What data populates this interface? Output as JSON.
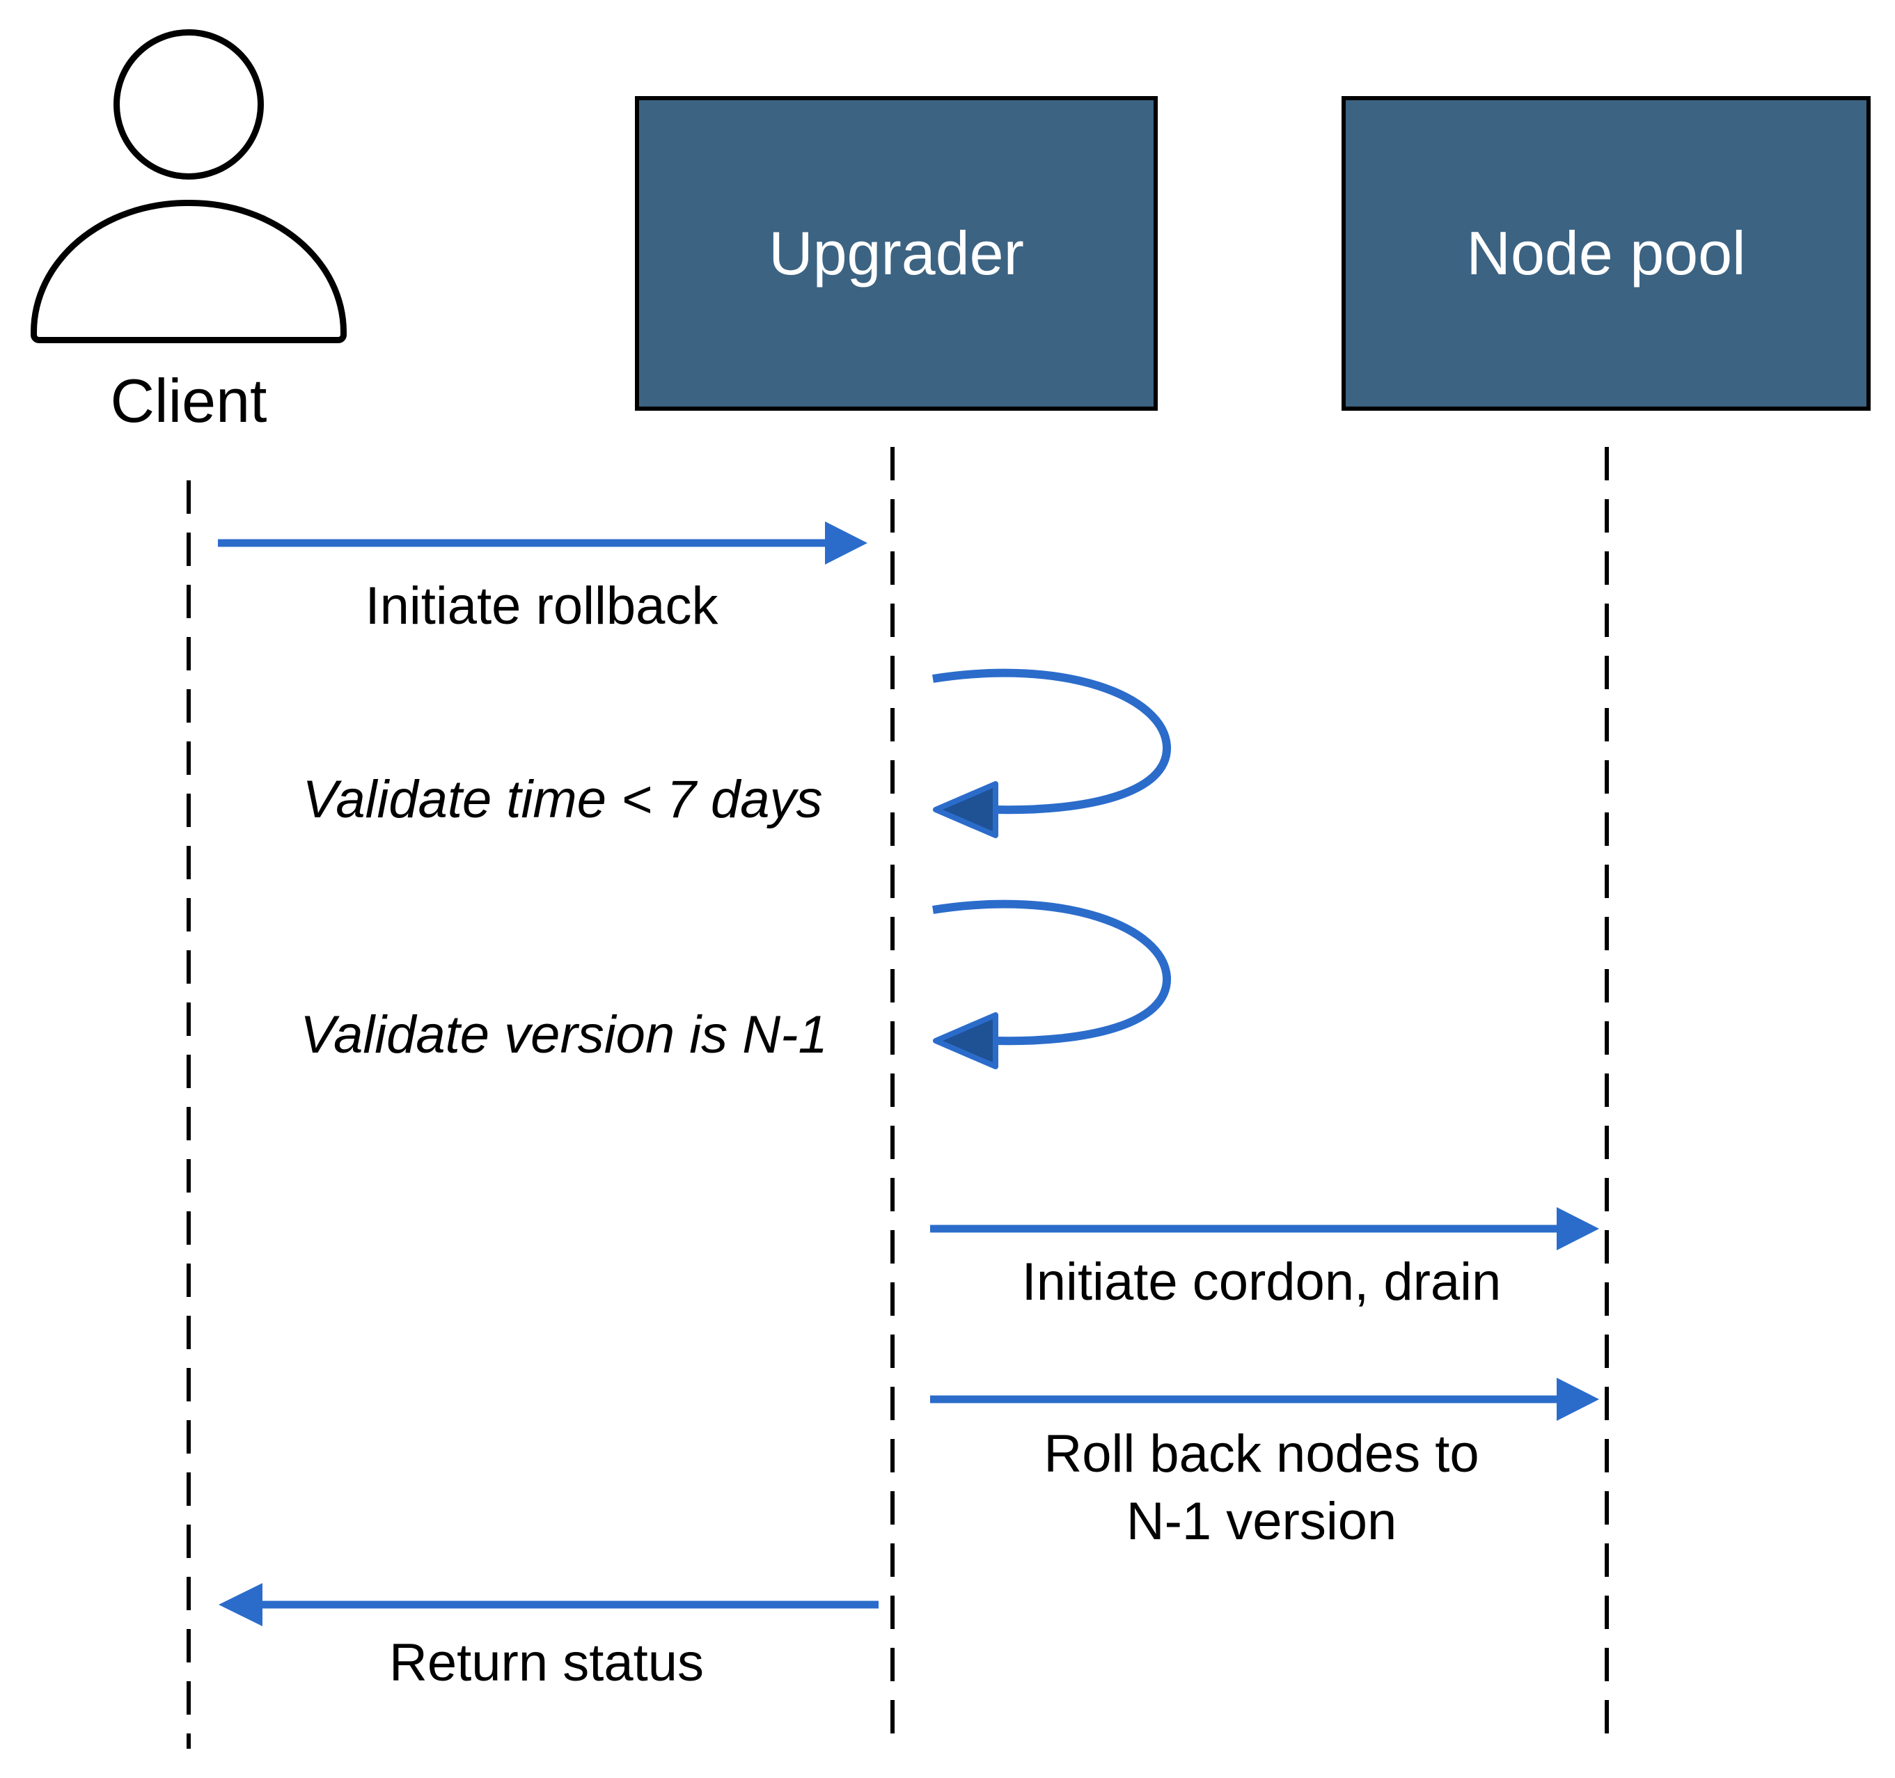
{
  "diagram": {
    "type": "sequence-diagram",
    "participants": [
      {
        "id": "client",
        "label": "Client",
        "kind": "person-actor"
      },
      {
        "id": "upgrader",
        "label": "Upgrader",
        "kind": "box"
      },
      {
        "id": "nodepool",
        "label": "Node pool",
        "kind": "box"
      }
    ],
    "messages": [
      {
        "label": "Initiate rollback",
        "from": "Client",
        "to": "Upgrader",
        "style": "normal"
      },
      {
        "label": "Validate time < 7 days",
        "from": "Upgrader",
        "to": "Upgrader",
        "style": "italic-self-loop"
      },
      {
        "label": "Validate version is N-1",
        "from": "Upgrader",
        "to": "Upgrader",
        "style": "italic-self-loop"
      },
      {
        "label": "Initiate cordon, drain",
        "from": "Upgrader",
        "to": "Node pool",
        "style": "normal"
      },
      {
        "label": "Roll back nodes to",
        "label_line2": "N-1 version",
        "from": "Upgrader",
        "to": "Node pool",
        "style": "normal"
      },
      {
        "label": "Return status",
        "from": "Upgrader",
        "to": "Client",
        "style": "normal"
      }
    ],
    "colors": {
      "participant_box_fill": "#3c6382",
      "participant_box_border": "#000000",
      "participant_box_text": "#ffffff",
      "message_arrow": "#2b6ccb",
      "self_loop_arrowhead_fill": "#1e5295",
      "lifeline": "#000000",
      "label_text": "#000000",
      "background": "#ffffff"
    }
  }
}
